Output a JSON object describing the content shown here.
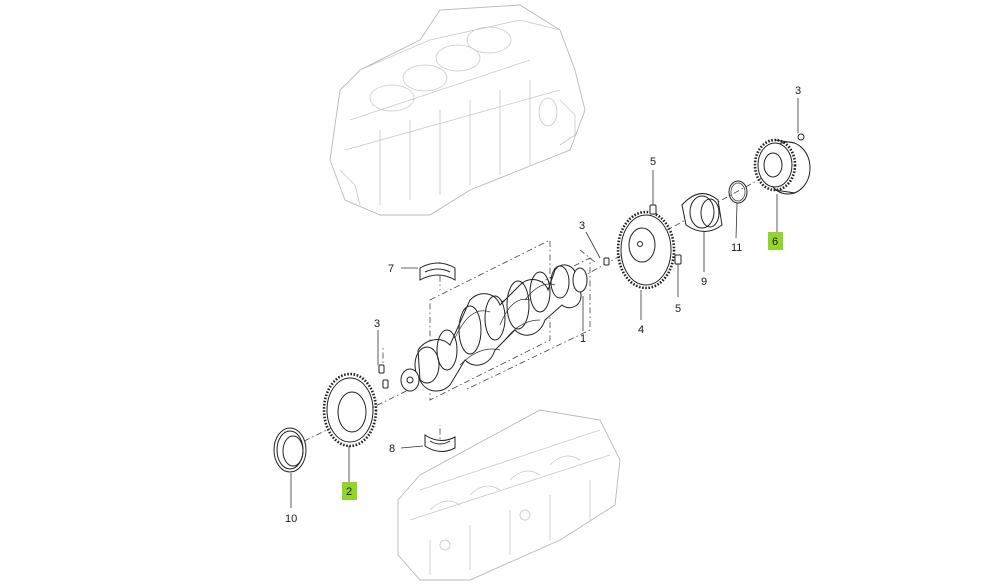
{
  "highlight_color": "#8fd628",
  "callouts": {
    "c1": "1",
    "c2": "2",
    "c3a": "3",
    "c3b": "3",
    "c3c": "3",
    "c4": "4",
    "c5a": "5",
    "c5b": "5",
    "c6": "6",
    "c7": "7",
    "c8": "8",
    "c9": "9",
    "c10": "10",
    "c11": "11"
  }
}
